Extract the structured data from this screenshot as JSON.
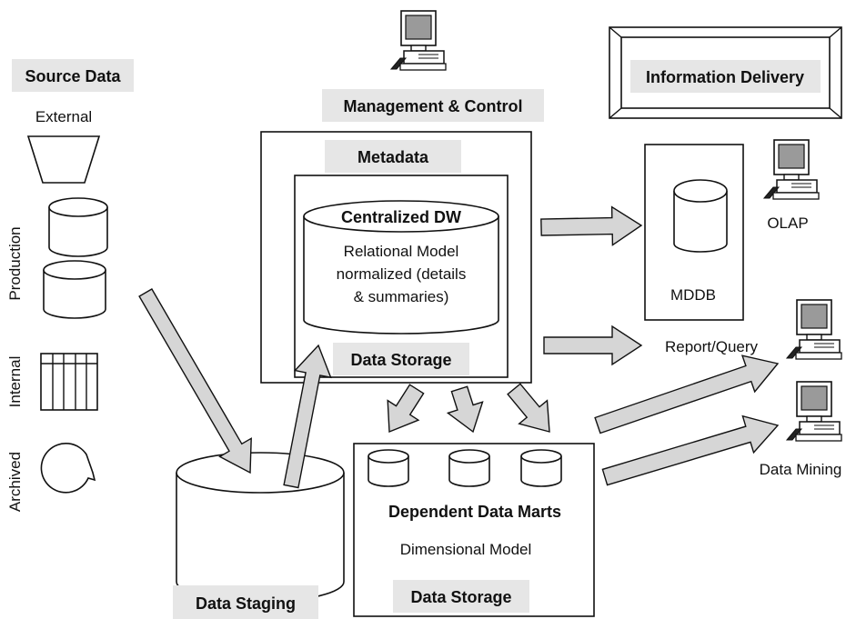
{
  "source": {
    "heading": "Source Data",
    "external": "External",
    "production": "Production",
    "internal": "Internal",
    "archived": "Archived"
  },
  "management": {
    "heading": "Management & Control",
    "metadata": "Metadata"
  },
  "central": {
    "title": "Centralized DW",
    "line1": "Relational Model",
    "line2": "normalized  (details",
    "line3": "& summaries)",
    "storage": "Data Storage"
  },
  "staging": {
    "label": "Data Staging"
  },
  "marts": {
    "title": "Dependent Data Marts",
    "model": "Dimensional Model",
    "storage": "Data Storage"
  },
  "delivery": {
    "heading": "Information Delivery",
    "mddb": "MDDB",
    "olap": "OLAP",
    "report": "Report/Query",
    "mining": "Data Mining"
  }
}
